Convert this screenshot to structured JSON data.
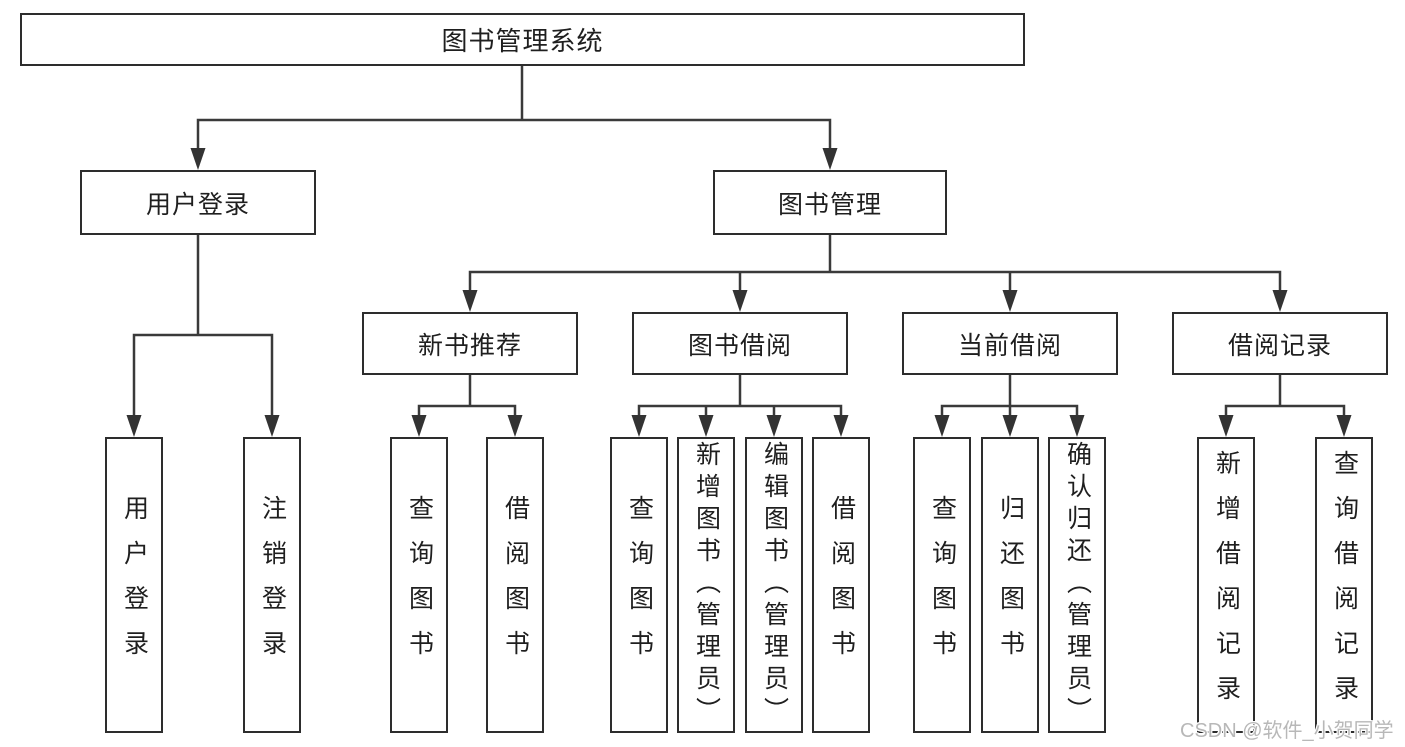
{
  "tree": {
    "label": "图书管理系统",
    "children": [
      {
        "label": "用户登录",
        "children": [
          {
            "label": "用户登录"
          },
          {
            "label": "注销登录"
          }
        ]
      },
      {
        "label": "图书管理",
        "children": [
          {
            "label": "新书推荐",
            "children": [
              {
                "label": "查询图书"
              },
              {
                "label": "借阅图书"
              }
            ]
          },
          {
            "label": "图书借阅",
            "children": [
              {
                "label": "查询图书"
              },
              {
                "label": "新增图书（管理员）"
              },
              {
                "label": "编辑图书（管理员）"
              },
              {
                "label": "借阅图书"
              }
            ]
          },
          {
            "label": "当前借阅",
            "children": [
              {
                "label": "查询图书"
              },
              {
                "label": "归还图书"
              },
              {
                "label": "确认归还（管理员）"
              }
            ]
          },
          {
            "label": "借阅记录",
            "children": [
              {
                "label": "新增借阅记录"
              },
              {
                "label": "查询借阅记录"
              }
            ]
          }
        ]
      }
    ]
  },
  "watermark": {
    "text": "CSDN @软件_小贺同学"
  },
  "colors": {
    "line": "#3a3a3a",
    "border": "#2d2d2d",
    "text": "#1f1f1f",
    "watermark_text": "#b8b8b8",
    "background": "#ffffff"
  }
}
